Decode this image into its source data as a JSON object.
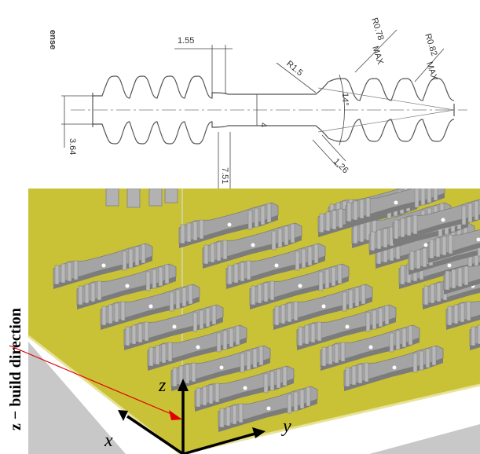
{
  "drawing": {
    "corner_text": "ense",
    "dimensions": {
      "d_1_55": "1.55",
      "d_r0_78": "R0.78",
      "d_r0_78_sub": "MAX",
      "d_r0_82": "R0.82",
      "d_r0_82_sub": "MAX",
      "d_r1_5": "R1.5",
      "d_14deg": "14°",
      "d_3_64": "3.64",
      "d_4": "4",
      "d_7_51": "7.51",
      "d_1_26": "1.26"
    }
  },
  "render": {
    "side_label": "z − build direction",
    "axis_z": "z",
    "axis_x": "x",
    "axis_y": "y",
    "colors": {
      "plate": "#c9c236",
      "plate_edge": "#e8e29a",
      "floor": "#c8c8c8",
      "part": "#a4a4a4",
      "part_dark": "#7c7c7c",
      "arrow": "#e00000"
    }
  }
}
